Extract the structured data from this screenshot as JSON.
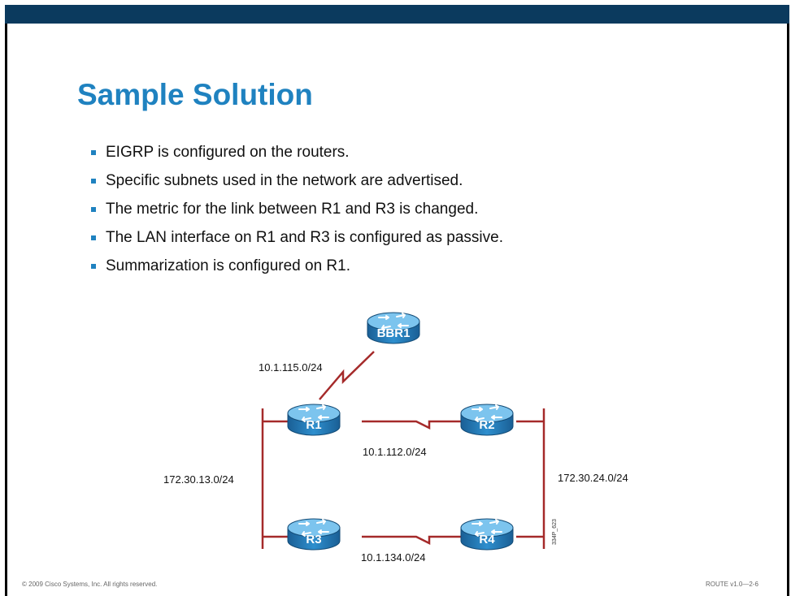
{
  "slide": {
    "title": "Sample Solution",
    "bullets": [
      "EIGRP is configured on the routers.",
      "Specific subnets used in the network are advertised.",
      "The metric for the link between R1 and R3 is changed.",
      "The LAN interface on R1 and R3 is configured as passive.",
      "Summarization is configured on R1."
    ]
  },
  "diagram": {
    "routers": {
      "bbr1": "BBR1",
      "r1": "R1",
      "r2": "R2",
      "r3": "R3",
      "r4": "R4"
    },
    "networks": {
      "bbr1_r1": "10.1.115.0/24",
      "r1_r2": "10.1.112.0/24",
      "r3_r4": "10.1.134.0/24",
      "lan_left": "172.30.13.0/24",
      "lan_right": "172.30.24.0/24"
    },
    "figure_id": "334P_623"
  },
  "footer": {
    "copyright": "© 2009 Cisco Systems, Inc. All rights reserved.",
    "course": "ROUTE v1.0—2-6"
  },
  "colors": {
    "accent": "#1f82c0",
    "header_bar": "#0b3a5e",
    "link": "#a52a2a",
    "router_blue": "#2e8fce"
  }
}
